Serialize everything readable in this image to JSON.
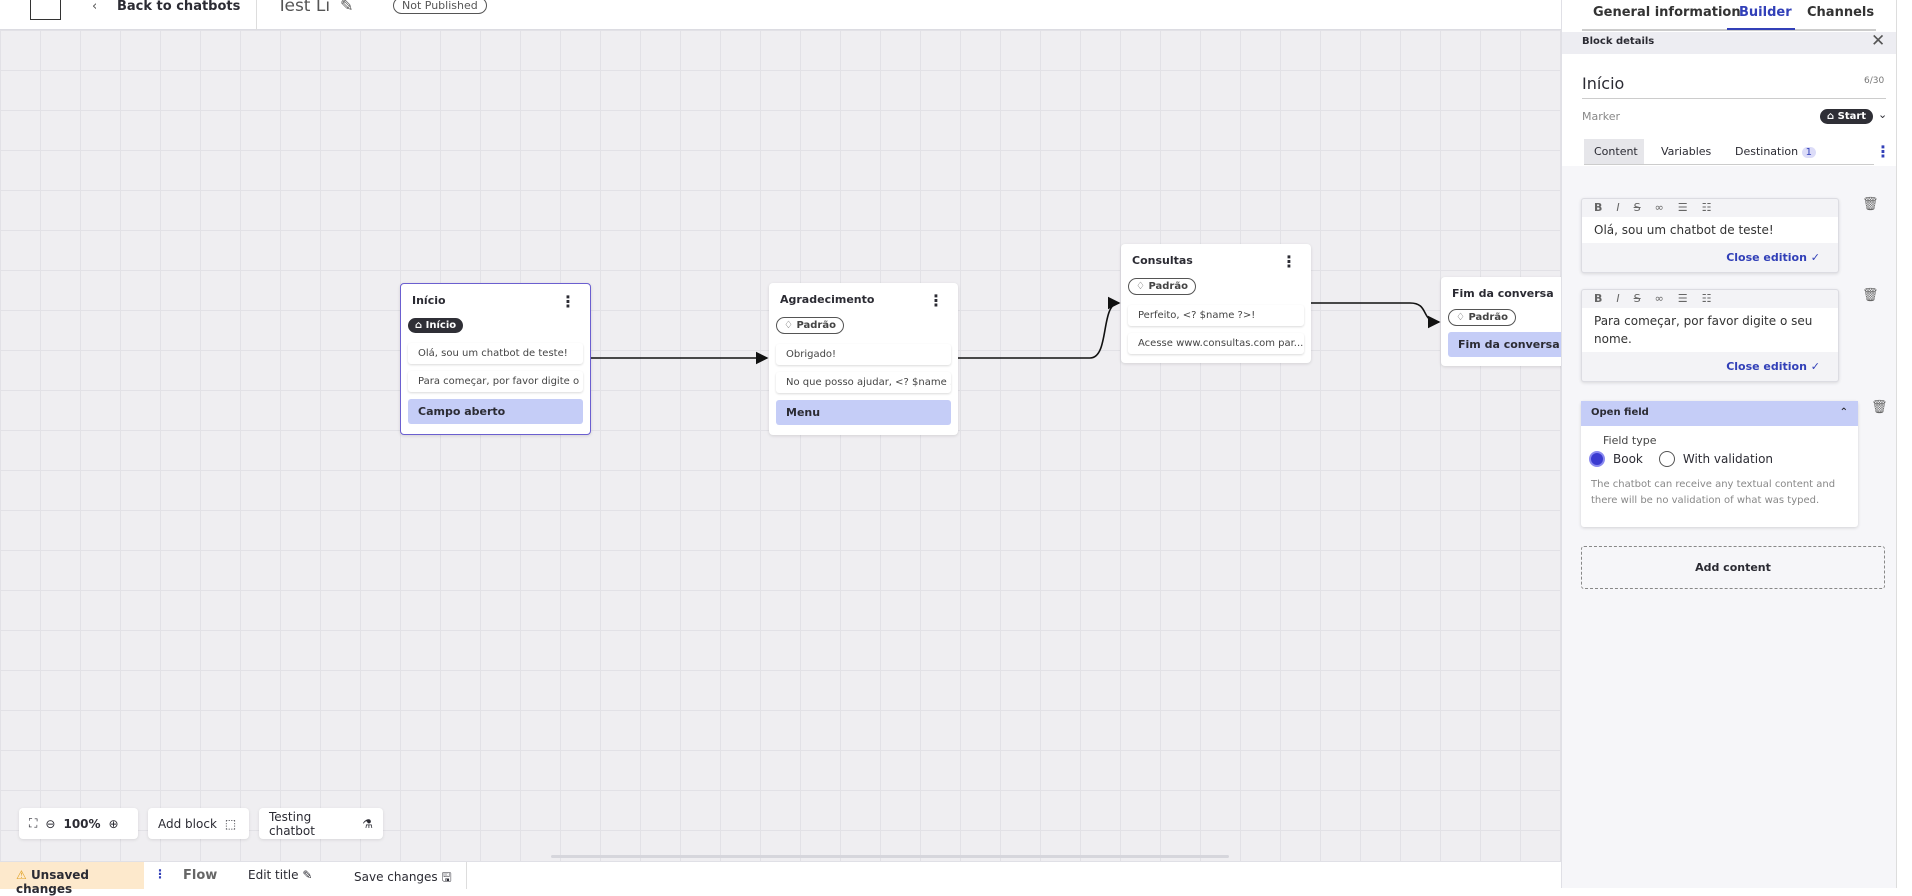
{
  "header": {
    "back_label": "Back to chatbots",
    "title": "Test Li",
    "status": "Not Published"
  },
  "top_tabs": [
    {
      "label": "General information"
    },
    {
      "label": "Builder",
      "active": true
    },
    {
      "label": "Channels"
    }
  ],
  "nodes": [
    {
      "title": "Início",
      "tag": "Início",
      "tag_icon": "home-icon",
      "items": [
        "Olá, sou um chatbot de teste!",
        "Para começar, por favor digite o ..."
      ],
      "field": "Campo aberto"
    },
    {
      "title": "Agradecimento",
      "tag": "Padrão",
      "tag_icon": "tag-icon",
      "items": [
        "Obrigado!",
        "No que posso ajudar, <? $name ..."
      ],
      "field": "Menu"
    },
    {
      "title": "Consultas",
      "tag": "Padrão",
      "tag_icon": "tag-icon",
      "items": [
        "Perfeito, <? $name ?>!",
        "Acesse www.consultas.com par..."
      ]
    },
    {
      "title": "Fim da conversa",
      "tag": "Padrão",
      "tag_icon": "tag-icon",
      "field": "Fim da conversa"
    }
  ],
  "toolbar": {
    "zoom": "100%",
    "add_block": "Add block",
    "testing": "Testing chatbot"
  },
  "bottom": {
    "unsaved": "Unsaved changes",
    "flow": "Flow",
    "edit_title": "Edit title",
    "save": "Save changes"
  },
  "panel": {
    "heading": "Block details",
    "name": "Início",
    "counter": "6/30",
    "marker_label": "Marker",
    "marker_value": "Start",
    "tabs": [
      {
        "label": "Content"
      },
      {
        "label": "Variables"
      },
      {
        "label": "Destination",
        "badge": "1"
      }
    ],
    "editors": [
      {
        "text": "Olá, sou um chatbot de teste!",
        "close": "Close edition"
      },
      {
        "text": "Para começar, por favor digite o seu nome.",
        "close": "Close edition"
      }
    ],
    "open_field": {
      "title": "Open field",
      "field_type_label": "Field type",
      "options": [
        "Book",
        "With validation"
      ],
      "selected": "Book",
      "description": "The chatbot can receive any textual content and there will be no validation of what was typed."
    },
    "add_content": "Add content"
  },
  "colors": {
    "accent": "#3240b8",
    "selected_border": "#6b5fd0",
    "field_bg": "#c5cdf7",
    "unsaved_bg": "#fde9cc"
  }
}
